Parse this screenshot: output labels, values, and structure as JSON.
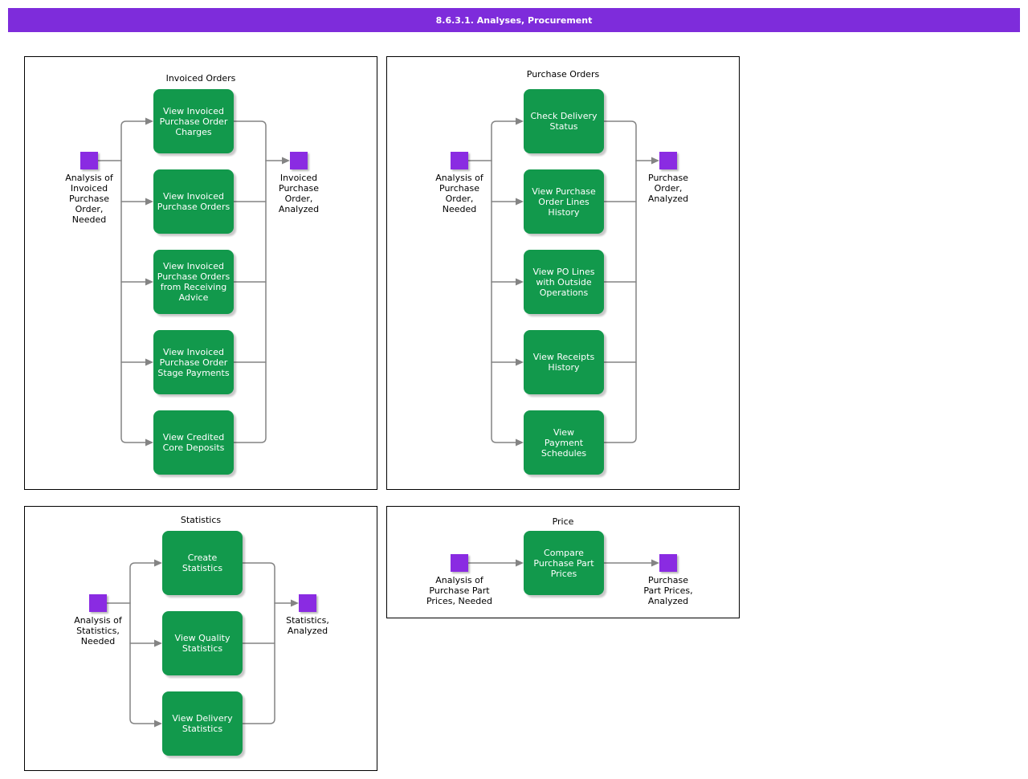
{
  "title_bar": {
    "text": "8.6.3.1. Analyses, Procurement"
  },
  "colors": {
    "title_bar_purple": "#7E2CDB",
    "event_purple": "#8A2BE2",
    "task_green": "#12994C",
    "connector_gray": "#848484"
  },
  "panels": [
    {
      "title": "Invoiced Orders",
      "start_event": "Analysis of\nInvoiced\nPurchase\nOrder,\nNeeded",
      "end_event": "Invoiced\nPurchase\nOrder,\nAnalyzed",
      "tasks": [
        "View Invoiced\nPurchase Order\nCharges",
        "View Invoiced\nPurchase Orders",
        "View Invoiced\nPurchase Orders\nfrom Receiving\nAdvice",
        "View Invoiced\nPurchase Order\nStage Payments",
        "View Credited\nCore Deposits"
      ]
    },
    {
      "title": "Purchase Orders",
      "start_event": "Analysis of\nPurchase\nOrder,\nNeeded",
      "end_event": "Purchase\nOrder,\nAnalyzed",
      "tasks": [
        "Check Delivery\nStatus",
        "View Purchase\nOrder Lines\nHistory",
        "View PO Lines\nwith Outside\nOperations",
        "View Receipts\nHistory",
        "View\nPayment\nSchedules"
      ]
    },
    {
      "title": "Statistics",
      "start_event": "Analysis of\nStatistics,\nNeeded",
      "end_event": "Statistics,\nAnalyzed",
      "tasks": [
        "Create\nStatistics",
        "View Quality\nStatistics",
        "View Delivery\nStatistics"
      ]
    },
    {
      "title": "Price",
      "start_event": "Analysis of\nPurchase Part\nPrices, Needed",
      "end_event": "Purchase\nPart Prices,\nAnalyzed",
      "tasks": [
        "Compare\nPurchase Part\nPrices"
      ]
    }
  ]
}
